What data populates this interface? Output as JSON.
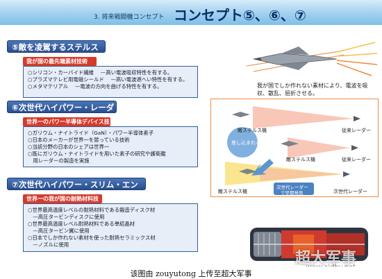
{
  "header": {
    "subtitle": "3. 将来戦闘機コンセプト",
    "title": "コンセプト⑤、⑥、⑦"
  },
  "section5": {
    "title": "⑤敵を凌駕するステルス",
    "tech_label": "我が国の最先端素材技術",
    "items": [
      "○シリコン・カーバイド繊維 　—高い電波吸収特性を有する。",
      "○プラズマテレビ用電磁シールド 　—高い電波遮へい特性を有する。",
      "○メタマテリアル 　—電波の方向を曲げる特性を有する。"
    ],
    "caption_line1": "我が国でしか作れない素材により、電波を吸",
    "caption_line2": "収、散乱、屈折させる。"
  },
  "section6": {
    "title": "⑥次世代ハイパワー・レーダー",
    "tech_label": "世界一のパワー半導体デバイス技術",
    "items": [
      "○ガリウム・ナイトライド（GaN）・パワー半導体素子",
      "○日本のメーカーが世界一を競っている技術",
      "○当該分野の日本のシェアは世界一",
      "○既にガリウム・ナイトライドを用いた素子の研究や護衛艦",
      "　用レーダーの製造を実施"
    ]
  },
  "diagram": {
    "enemy_stealth_top": "敵ステルス機",
    "radar_top": "従来レーダー",
    "not_found": "差し込まれる",
    "enemy_stealth_mid": "敵ステルス機",
    "radar_mid": "従来レーダー",
    "enemy_stealth_bottom": "敵ステルス機",
    "next_radar_l1": "次世代レーダー",
    "next_radar_l2": "で早期発見",
    "radar_bottom": "次世代レーダー"
  },
  "section7": {
    "title": "⑦次世代ハイパワー・スリム・エンジン",
    "tech_label": "世界一の我が国の耐熱材料技術",
    "items": [
      "○世界最高温度レベルの耐熱材料である鍛造ディスク材",
      "　—高圧タービンディスクに使用",
      "○世界最高温度レベル耐熱材料である単結晶材",
      "　—高圧タービン翼に使用",
      "○日本でしか作れない素材を使った耐熱セラミックス材",
      "　—ノズルに使用"
    ]
  },
  "footer": {
    "text": "该图由 zouyutong 上传至超大军事",
    "watermark": "超大军事",
    "watermark_url": "www.cjdby.net"
  },
  "colors": {
    "section_title": "#2a4e8d",
    "tech_label": "#d63a2b",
    "box_bg": "#e7eef7",
    "frame": "#f08a3c",
    "header": "#9fd0ef"
  }
}
